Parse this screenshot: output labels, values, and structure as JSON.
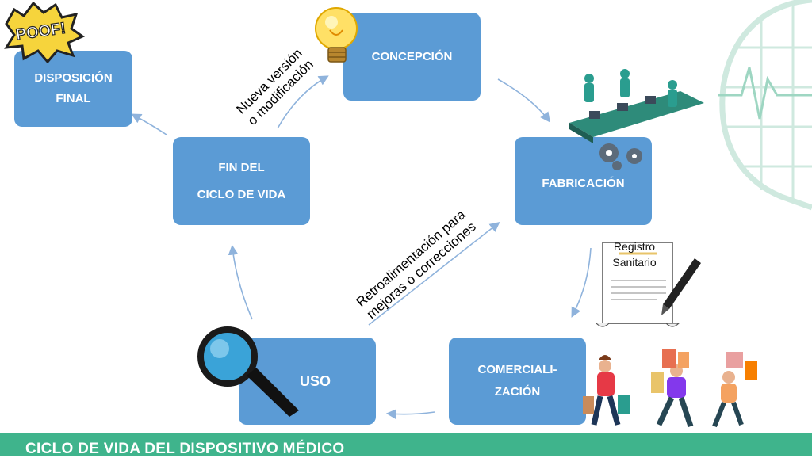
{
  "diagram": {
    "nodes": {
      "disposicion": [
        "DISPOSICIÓN",
        "FINAL"
      ],
      "concepcion": [
        "CONCEPCIÓN"
      ],
      "fin": [
        "FIN DEL",
        "CICLO DE VIDA"
      ],
      "fabricacion": [
        "FABRICACIÓN"
      ],
      "uso": [
        "USO"
      ],
      "comercializacion": [
        "COMERCIALI-",
        "ZACIÓN"
      ]
    },
    "edge_labels": {
      "nueva_version": [
        "Nueva versión",
        "o modificación"
      ],
      "retroalimentacion": [
        "Retroalimentación para",
        "mejoras o correcciones"
      ]
    },
    "document_label": [
      "Registro",
      "Sanitario"
    ],
    "poof_label": "POOF!"
  },
  "footer": {
    "title": "CICLO DE VIDA DEL DISPOSITIVO MÉDICO"
  },
  "colors": {
    "box": "#5b9bd5",
    "arrow": "#8fb3dc",
    "footer": "#3fb48c",
    "heart": "#cfe9df"
  },
  "icons": [
    "poof-icon",
    "light-bulb-icon",
    "factory-workers-icon",
    "registro-document-icon",
    "magnifier-icon",
    "shoppers-icon",
    "heartbeat-icon"
  ]
}
